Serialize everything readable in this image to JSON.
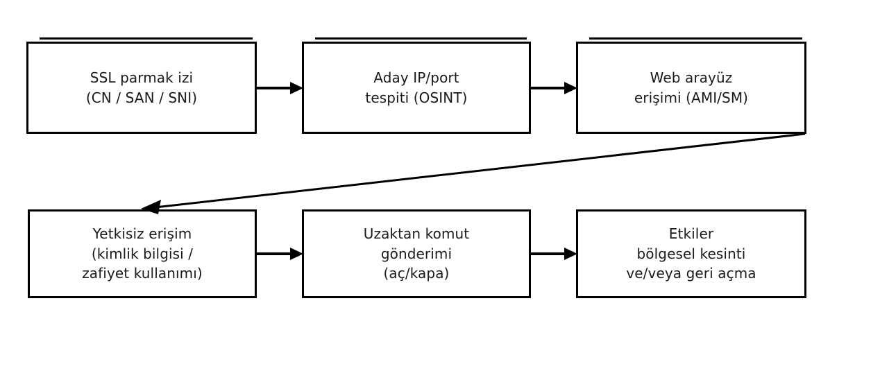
{
  "diagram": {
    "type": "flowchart",
    "orientation": "left-to-right, two rows",
    "background_color": "#ffffff",
    "line_color": "#000000",
    "text_color": "#1a1a1a",
    "nodes": [
      {
        "id": "node-1",
        "label": "SSL parmak izi\n(CN / SAN / SNI)",
        "row": 1,
        "column": 1,
        "style": "stacked-top-border"
      },
      {
        "id": "node-2",
        "label": "Aday IP/port\ntespiti (OSINT)",
        "row": 1,
        "column": 2,
        "style": "stacked-top-border"
      },
      {
        "id": "node-3",
        "label": "Web arayüz\nerişimi (AMI/SM)",
        "row": 1,
        "column": 3,
        "style": "stacked-top-border"
      },
      {
        "id": "node-4",
        "label": "Yetkisiz erişim\n(kimlik bilgisi /\nzafiyet kullanımı)",
        "row": 2,
        "column": 1,
        "style": "plain"
      },
      {
        "id": "node-5",
        "label": "Uzaktan komut\ngönderimi\n(aç/kapa)",
        "row": 2,
        "column": 2,
        "style": "plain"
      },
      {
        "id": "node-6",
        "label": "Etkiler\nbölgesel kesinti\nve/veya geri açma",
        "row": 2,
        "column": 3,
        "style": "plain"
      }
    ],
    "edges": [
      {
        "id": "edge-1",
        "from": "node-1",
        "to": "node-2",
        "shape": "horizontal",
        "arrowhead": "filled-triangle"
      },
      {
        "id": "edge-2",
        "from": "node-2",
        "to": "node-3",
        "shape": "horizontal",
        "arrowhead": "filled-triangle"
      },
      {
        "id": "edge-3",
        "from": "node-3",
        "to": "node-4",
        "shape": "diagonal",
        "arrowhead": "filled-triangle"
      },
      {
        "id": "edge-4",
        "from": "node-4",
        "to": "node-5",
        "shape": "horizontal",
        "arrowhead": "filled-triangle"
      },
      {
        "id": "edge-5",
        "from": "node-5",
        "to": "node-6",
        "shape": "horizontal",
        "arrowhead": "filled-triangle"
      }
    ]
  }
}
